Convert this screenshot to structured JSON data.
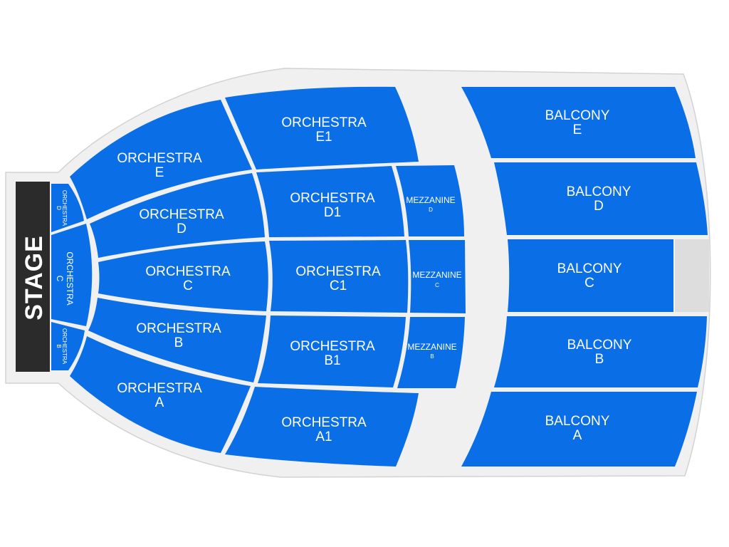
{
  "colors": {
    "section": "#0a6ee6",
    "background": "#f0f0f0",
    "outline": "#d2d2d2",
    "stage": "#2b2b2b",
    "unavailable": "#dddddd"
  },
  "stage": {
    "label": "STAGE"
  },
  "sections": {
    "orchestra_e1": {
      "line1": "ORCHESTRA",
      "line2": "E1"
    },
    "orchestra_e": {
      "line1": "ORCHESTRA",
      "line2": "E"
    },
    "orchestra_d": {
      "line1": "ORCHESTRA",
      "line2": "D"
    },
    "orchestra_d1": {
      "line1": "ORCHESTRA",
      "line2": "D1"
    },
    "mezzanine_d": {
      "line1": "MEZZANINE",
      "line2": "D"
    },
    "orchestra_c": {
      "line1": "ORCHESTRA",
      "line2": "C"
    },
    "orchestra_c1": {
      "line1": "ORCHESTRA",
      "line2": "C1"
    },
    "mezzanine_c": {
      "line1": "MEZZANINE",
      "line2": "C"
    },
    "orchestra_b": {
      "line1": "ORCHESTRA",
      "line2": "B"
    },
    "orchestra_b1": {
      "line1": "ORCHESTRA",
      "line2": "B1"
    },
    "mezzanine_b": {
      "line1": "MEZZANINE",
      "line2": "B"
    },
    "orchestra_a": {
      "line1": "ORCHESTRA",
      "line2": "A"
    },
    "orchestra_a1": {
      "line1": "ORCHESTRA",
      "line2": "A1"
    },
    "orchestra_side_c": {
      "line1": "ORCHESTRA",
      "line2": "C"
    },
    "orchestra_side_d": {
      "line1": "ORCHESTRA",
      "line2": "D"
    },
    "orchestra_side_b": {
      "line1": "ORCHESTRA",
      "line2": "B"
    },
    "balcony_e": {
      "line1": "BALCONY",
      "line2": "E"
    },
    "balcony_d": {
      "line1": "BALCONY",
      "line2": "D"
    },
    "balcony_c": {
      "line1": "BALCONY",
      "line2": "C"
    },
    "balcony_b": {
      "line1": "BALCONY",
      "line2": "B"
    },
    "balcony_a": {
      "line1": "BALCONY",
      "line2": "A"
    }
  }
}
